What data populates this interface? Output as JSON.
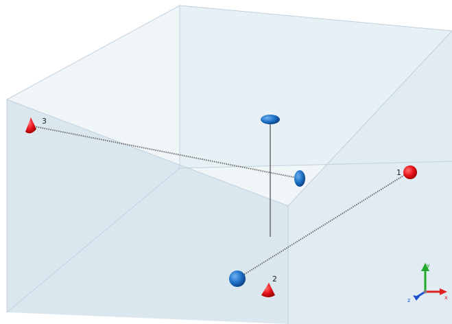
{
  "scene": {
    "description_visible": false,
    "box": {
      "fill": "#dce8f0",
      "edge_color": "#c4d4e0"
    },
    "ports": [
      {
        "id": "port-1",
        "label": "1",
        "color": "#e8141c"
      },
      {
        "id": "port-2",
        "label": "2",
        "color": "#e8141c"
      },
      {
        "id": "port-3",
        "label": "3",
        "color": "#e8141c"
      }
    ],
    "probes": [
      {
        "id": "probe-top",
        "color": "#1f73c8"
      },
      {
        "id": "probe-bottom",
        "color": "#1f73c8"
      },
      {
        "id": "probe-right",
        "color": "#1f73c8"
      }
    ],
    "wire_color": "#6a6a6a"
  },
  "axis_triad": {
    "x": {
      "label": "x",
      "color": "#e02020"
    },
    "y": {
      "label": "y",
      "color": "#22a82a"
    },
    "z": {
      "label": "z",
      "color": "#2050d0"
    }
  }
}
